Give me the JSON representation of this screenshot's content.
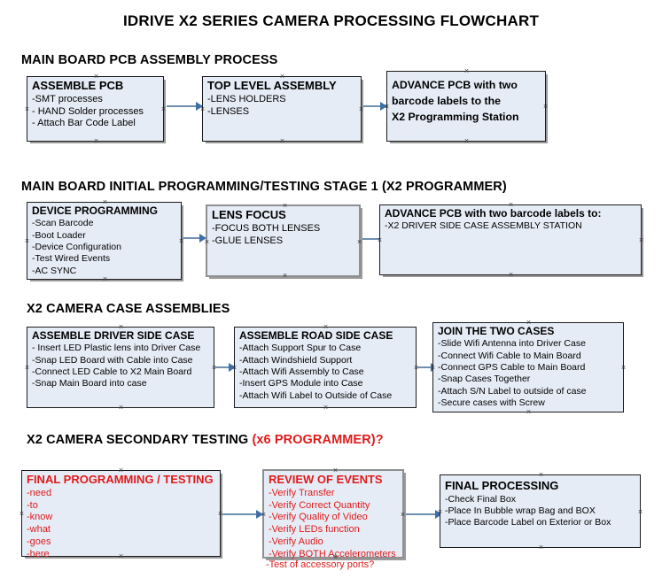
{
  "document": {
    "title": "IDRIVE X2  SERIES CAMERA PROCESSING FLOWCHART"
  },
  "colors": {
    "box_fill": "#e6ecf6",
    "box_border": "#1b1b1b",
    "box_border_gray": "#8f8f8f",
    "arrow": "#6f8fb0",
    "accent_red": "#e01b1b",
    "text": "#000000"
  },
  "sections": [
    {
      "heading": "MAIN BOARD PCB ASSEMBLY PROCESS",
      "heading_red": "",
      "boxes": [
        {
          "title": "ASSEMBLE PCB",
          "title_color": "black",
          "lines": [
            "-SMT processes",
            "- HAND Solder processes",
            "- Attach Bar Code Label"
          ]
        },
        {
          "title": "TOP LEVEL ASSEMBLY",
          "title_color": "black",
          "lines": [
            "-LENS HOLDERS",
            "-LENSES"
          ]
        },
        {
          "title_lines": [
            "ADVANCE PCB with two",
            "barcode labels to the",
            " X2 Programming Station"
          ],
          "title_color": "black",
          "lines": []
        }
      ]
    },
    {
      "heading": "MAIN BOARD INITIAL PROGRAMMING/TESTING STAGE 1 (X2 PROGRAMMER)",
      "heading_red": "",
      "boxes": [
        {
          "title": "DEVICE PROGRAMMING",
          "title_color": "black",
          "lines": [
            "-Scan Barcode",
            "-Boot Loader",
            "-Device Configuration",
            "-Test Wired Events",
            "-AC SYNC"
          ]
        },
        {
          "title": "LENS FOCUS",
          "title_color": "black",
          "lines": [
            "-FOCUS BOTH LENSES",
            "-GLUE LENSES"
          ]
        },
        {
          "title": "ADVANCE PCB with two barcode labels to:",
          "title_color": "black",
          "lines": [
            "-X2 DRIVER  SIDE  CASE  ASSEMBLY STATION"
          ]
        }
      ]
    },
    {
      "heading": "X2 CAMERA CASE ASSEMBLIES",
      "heading_red": "",
      "boxes": [
        {
          "title": "ASSEMBLE DRIVER SIDE CASE",
          "title_color": "black",
          "lines": [
            "- Insert LED Plastic lens into Driver Case",
            "-Snap LED Board with Cable into Case",
            "-Connect LED Cable to X2 Main Board",
            "-Snap Main Board into case"
          ]
        },
        {
          "title": "ASSEMBLE ROAD SIDE CASE",
          "title_color": "black",
          "lines": [
            "-Attach Support Spur to Case",
            "-Attach Windshield Support",
            "-Attach Wifi Assembly to Case",
            "-Insert GPS Module into Case",
            "-Attach Wifi Label to Outside of Case"
          ]
        },
        {
          "title": "JOIN THE TWO CASES",
          "title_color": "black",
          "lines": [
            "-Slide Wifi Antenna into Driver Case",
            "-Connect Wifi Cable to Main Board",
            "-Connect GPS Cable to Main Board",
            "-Snap Cases Together",
            "-Attach S/N Label to outside of case",
            "-Secure cases with Screw"
          ]
        }
      ]
    },
    {
      "heading": "X2 CAMERA SECONDARY TESTING ",
      "heading_red": "(x6 PROGRAMMER)?",
      "boxes": [
        {
          "title": "FINAL PROGRAMMING / TESTING",
          "title_color": "red",
          "lines": [
            "-need",
            "-to",
            "-know",
            "-what",
            "-goes",
            "-here"
          ]
        },
        {
          "title": "REVIEW OF EVENTS",
          "title_color": "red",
          "lines": [
            "-Verify Transfer",
            "-Verify Correct Quantity",
            "-Verify Quality of Video",
            "-Verify LEDs function",
            "-Verify Audio",
            "-Verify BOTH Accelerometers"
          ],
          "overflow_line": "-Test of accessory ports?"
        },
        {
          "title": "FINAL PROCESSING",
          "title_color": "black",
          "lines": [
            " -Check Final Box",
            "-Place In Bubble wrap Bag and BOX",
            "-Place Barcode Label on Exterior or Box"
          ]
        }
      ]
    }
  ]
}
